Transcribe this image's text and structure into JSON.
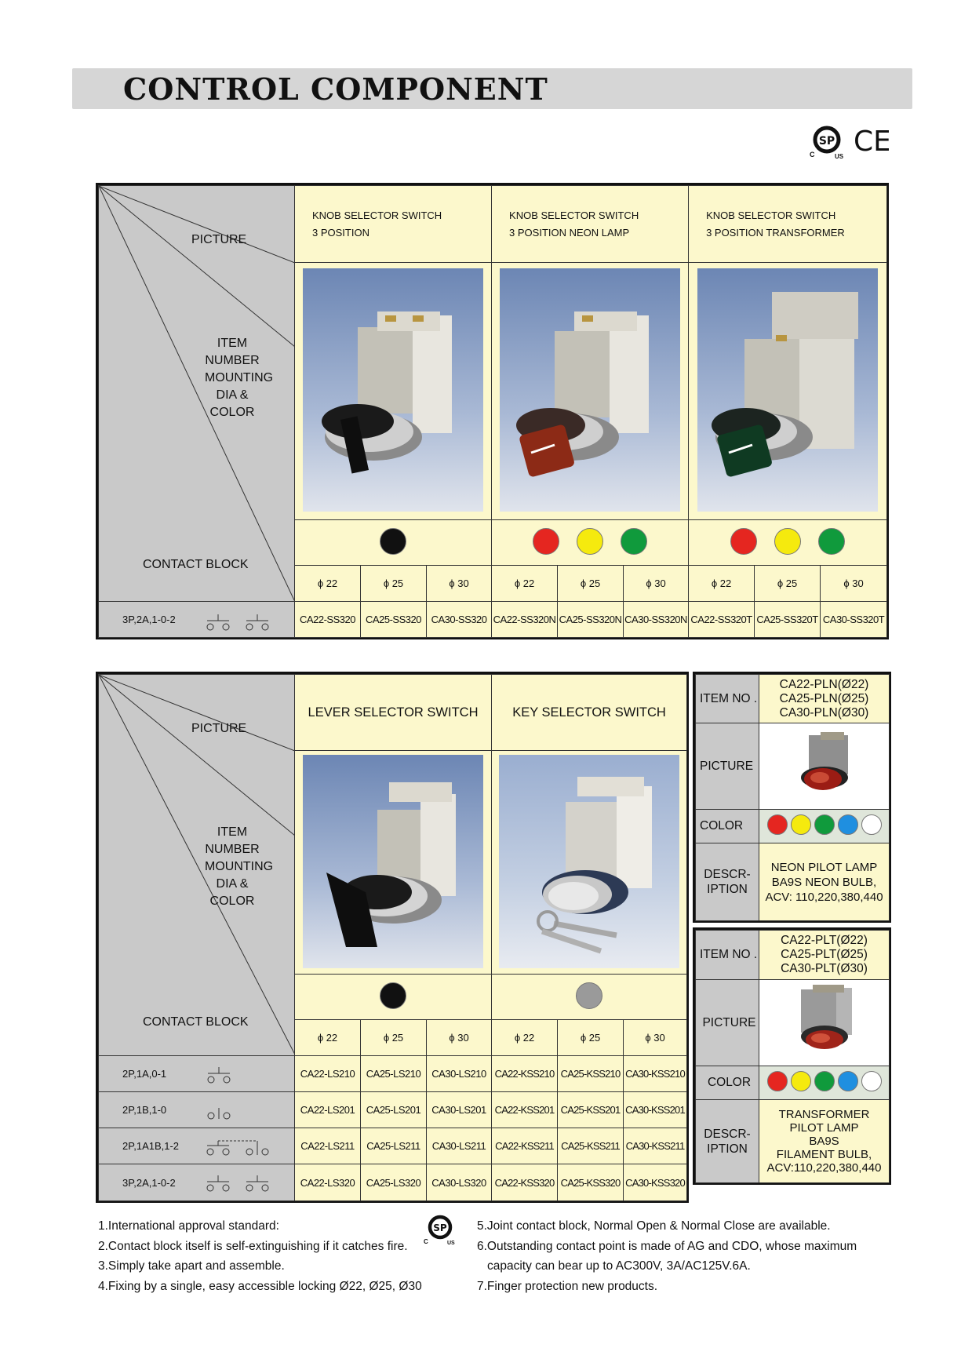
{
  "page_title": "CONTROL COMPONENT",
  "certifications": [
    {
      "icon": "csa-us-icon",
      "c": "C",
      "us": "US"
    },
    {
      "icon": "ce-icon",
      "text": "CE"
    }
  ],
  "row_labels": {
    "picture": "PICTURE",
    "item_lines": [
      "ITEM",
      "NUMBER",
      "MOUNTING",
      "DIA &",
      "COLOR"
    ],
    "contact_block": "CONTACT BLOCK"
  },
  "diameters": [
    "ϕ 22",
    "ϕ 25",
    "ϕ 30"
  ],
  "table1": {
    "products": [
      {
        "title_lines": [
          "KNOB SELECTOR SWITCH",
          "3 POSITION"
        ],
        "colors": [
          "#111111"
        ]
      },
      {
        "title_lines": [
          "KNOB SELECTOR SWITCH",
          "3 POSITION NEON LAMP"
        ],
        "colors": [
          "#e52620",
          "#f5ea0e",
          "#109a3c"
        ]
      },
      {
        "title_lines": [
          "KNOB SELECTOR SWITCH",
          "3 POSITION TRANSFORMER"
        ],
        "colors": [
          "#e52620",
          "#f5ea0e",
          "#109a3c"
        ]
      }
    ],
    "rows": [
      {
        "label": "3P,2A,1-0-2",
        "codes": [
          "CA22-SS320",
          "CA25-SS320",
          "CA30-SS320",
          "CA22-SS320N",
          "CA25-SS320N",
          "CA30-SS320N",
          "CA22-SS320T",
          "CA25-SS320T",
          "CA30-SS320T"
        ]
      }
    ]
  },
  "table2": {
    "products": [
      {
        "title": "LEVER SELECTOR SWITCH",
        "colors": [
          "#111111"
        ]
      },
      {
        "title": "KEY SELECTOR SWITCH",
        "colors": [
          "#9a9a9a"
        ]
      }
    ],
    "rows": [
      {
        "label": "2P,1A,0-1",
        "codes": [
          "CA22-LS210",
          "CA25-LS210",
          "CA30-LS210",
          "CA22-KSS210",
          "CA25-KSS210",
          "CA30-KSS210"
        ]
      },
      {
        "label": "2P,1B,1-0",
        "codes": [
          "CA22-LS201",
          "CA25-LS201",
          "CA30-LS201",
          "CA22-KSS201",
          "CA25-KSS201",
          "CA30-KSS201"
        ]
      },
      {
        "label": "2P,1A1B,1-2",
        "codes": [
          "CA22-LS211",
          "CA25-LS211",
          "CA30-LS211",
          "CA22-KSS211",
          "CA25-KSS211",
          "CA30-KSS211"
        ]
      },
      {
        "label": "3P,2A,1-0-2",
        "codes": [
          "CA22-LS320",
          "CA25-LS320",
          "CA30-LS320",
          "CA22-KSS320",
          "CA25-KSS320",
          "CA30-KSS320"
        ]
      }
    ]
  },
  "pilot_neon": {
    "item_label": "ITEM NO .",
    "item_values": [
      "CA22-PLN(Ø22)",
      "CA25-PLN(Ø25)",
      "CA30-PLN(Ø30)"
    ],
    "picture_label": "PICTURE",
    "color_label": "COLOR",
    "colors": [
      "#e52620",
      "#f5ea0e",
      "#109a3c",
      "#1f8fe0",
      "#ffffff"
    ],
    "desc_label_lines": [
      "DESCR-",
      "IPTION"
    ],
    "desc_lines": [
      "NEON PILOT LAMP",
      "BA9S NEON BULB,",
      "ACV: 110,220,380,440"
    ]
  },
  "pilot_transformer": {
    "item_label": "ITEM NO .",
    "item_values": [
      "CA22-PLT(Ø22)",
      "CA25-PLT(Ø25)",
      "CA30-PLT(Ø30)"
    ],
    "picture_label": "PICTURE",
    "color_label": "COLOR",
    "colors": [
      "#e52620",
      "#f5ea0e",
      "#109a3c",
      "#1f8fe0",
      "#ffffff"
    ],
    "desc_label_lines": [
      "DESCR-",
      "IPTION"
    ],
    "desc_lines": [
      "TRANSFORMER",
      "PILOT LAMP",
      "BA9S",
      "FILAMENT BULB,",
      "ACV:110,220,380,440"
    ]
  },
  "notes_left": [
    "1.International approval standard:",
    "2.Contact block itself is self-extinguishing if it catches fire.",
    "3.Simply take apart and assemble.",
    "4.Fixing by a single, easy accessible locking Ø22, Ø25, Ø30"
  ],
  "notes_right": [
    "5.Joint contact block, Normal Open & Normal Close are available.",
    "6.Outstanding contact point is made of AG and CDO, whose maximum",
    "capacity can bear up to AC300V, 3A/AC125V.6A.",
    "7.Finger protection new products."
  ],
  "colors": {
    "banner": "#d6d6d6",
    "label_gray": "#c9c9c9",
    "cream": "#fcf8cc"
  }
}
